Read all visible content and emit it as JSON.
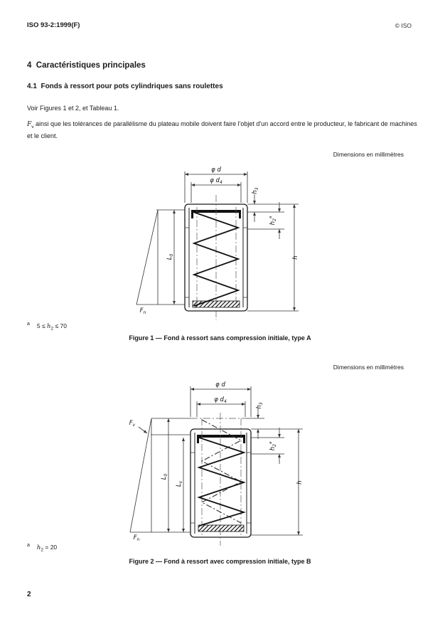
{
  "page": {
    "header_left": "ISO 93-2:1999(F)",
    "header_right": "© ISO",
    "page_number": "2"
  },
  "section": {
    "h1": "4  Caractéristiques principales",
    "h2": "4.1  Fonds à ressort pour pots cylindriques sans roulettes",
    "p1": "Voir Figures 1 et 2, et Tableau 1.",
    "p2": {
      "var": "F",
      "sub": "v",
      "rest": " ainsi que les tolérances de parallélisme du plateau mobile doivent faire l'objet d'un accord entre le producteur, le fabricant de machines et le client."
    }
  },
  "figure1": {
    "dimensions_note": "Dimensions en millimètres",
    "caption": "Figure 1 — Fond à ressort sans compression initiale, type A",
    "footnote": {
      "marker": "a",
      "pre": "5 ≤ ",
      "var": "h",
      "sub": "2",
      "post": " ≤ 70"
    },
    "labels": {
      "phi_d": {
        "b": "φ d"
      },
      "phi_d4": {
        "b": "φ d",
        "s": "4"
      },
      "h3": {
        "b": "h",
        "s": "3"
      },
      "h2": {
        "b": "h",
        "s": "2",
        "sup": "a"
      },
      "L0": {
        "b": "L",
        "s": "0"
      },
      "h": {
        "b": "h"
      },
      "Fn": {
        "b": "F",
        "s": "n"
      }
    }
  },
  "figure2": {
    "dimensions_note": "Dimensions en millimètres",
    "caption": "Figure 2 — Fond à ressort avec compression initiale, type B",
    "footnote": {
      "marker": "a",
      "pre": "",
      "var": "h",
      "sub": "2",
      "post": " = 20"
    },
    "labels": {
      "phi_d": {
        "b": "φ d"
      },
      "phi_d4": {
        "b": "φ d",
        "s": "4"
      },
      "h3": {
        "b": "h",
        "s": "3"
      },
      "h2": {
        "b": "h",
        "s": "2",
        "sup": "a"
      },
      "L0": {
        "b": "L",
        "s": "0"
      },
      "Lv": {
        "b": "L",
        "s": "v"
      },
      "h": {
        "b": "h"
      },
      "Fv": {
        "b": "F",
        "s": "v"
      },
      "Fn": {
        "b": "F",
        "s": "n"
      }
    }
  }
}
